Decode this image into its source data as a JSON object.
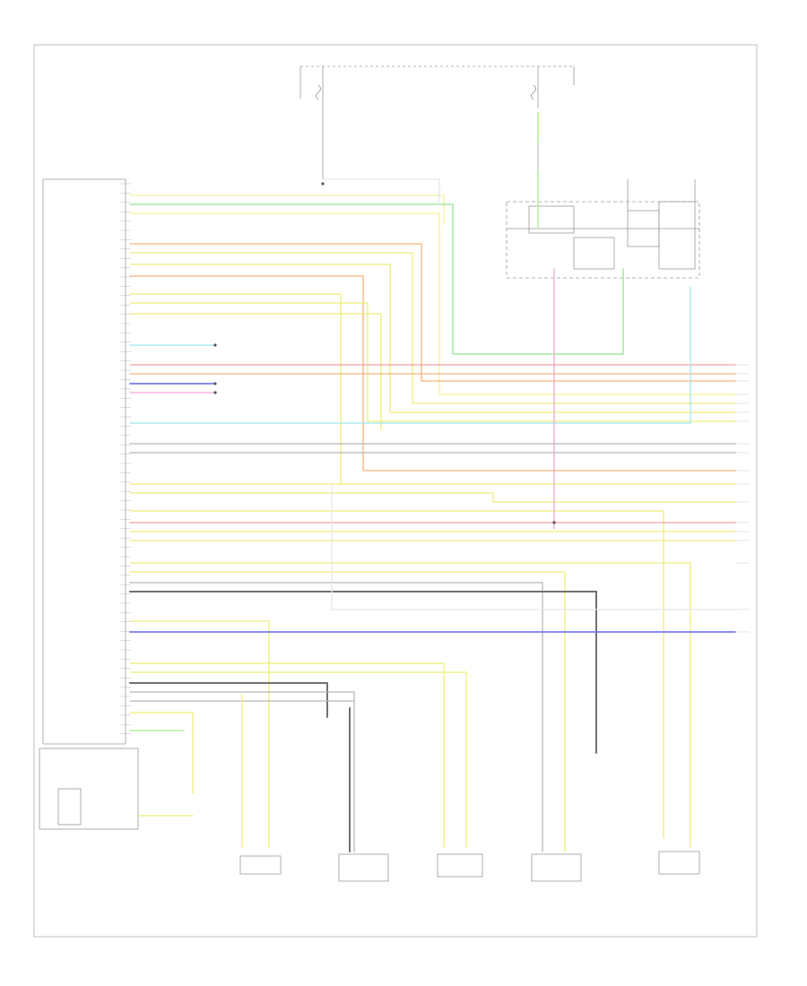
{
  "diagram": {
    "colors": {
      "frame": "#bdbdbd",
      "yel_red": "#f2f2a0",
      "yel_blu": "#f4f48c",
      "yel": "#eeee7a",
      "grn": "#a8ef8a",
      "lt_grn": "#8ee88e",
      "red": "#f3a0a0",
      "orn": "#f6b27a",
      "blu": "#7a7aef",
      "pnk": "#f2a8d8",
      "lt_blu": "#9ee8ee",
      "gry": "#b8b8b8",
      "blk": "#707070",
      "wht": "#e6e6e6"
    },
    "left_pins": [
      {
        "id": "p1"
      },
      {
        "id": "p2"
      },
      {
        "id": "p3"
      },
      {
        "id": "p4"
      },
      {
        "id": "p5"
      },
      {
        "id": "p6"
      },
      {
        "id": "p7"
      },
      {
        "id": "p8"
      },
      {
        "id": "p9"
      },
      {
        "id": "p10"
      },
      {
        "id": "p11"
      },
      {
        "id": "p12"
      },
      {
        "id": "p13"
      },
      {
        "id": "p14"
      },
      {
        "id": "p15"
      },
      {
        "id": "p16"
      },
      {
        "id": "p17"
      },
      {
        "id": "p18"
      },
      {
        "id": "p19"
      },
      {
        "id": "p20"
      },
      {
        "id": "p21"
      },
      {
        "id": "p22"
      },
      {
        "id": "p23"
      },
      {
        "id": "p24"
      },
      {
        "id": "p25"
      },
      {
        "id": "p26"
      },
      {
        "id": "p27"
      },
      {
        "id": "p28"
      },
      {
        "id": "p29"
      },
      {
        "id": "p30"
      },
      {
        "id": "p31"
      },
      {
        "id": "p32"
      },
      {
        "id": "p33"
      },
      {
        "id": "p34"
      },
      {
        "id": "p35"
      },
      {
        "id": "p36"
      },
      {
        "id": "p37"
      },
      {
        "id": "p38"
      },
      {
        "id": "p39"
      },
      {
        "id": "p40"
      },
      {
        "id": "p41"
      },
      {
        "id": "p42"
      },
      {
        "id": "p43"
      },
      {
        "id": "p44"
      },
      {
        "id": "p45"
      },
      {
        "id": "p46"
      },
      {
        "id": "p47"
      },
      {
        "id": "p48"
      },
      {
        "id": "p49"
      },
      {
        "id": "p50"
      },
      {
        "id": "p51"
      },
      {
        "id": "p52"
      },
      {
        "id": "p53"
      },
      {
        "id": "p54"
      },
      {
        "id": "p55"
      },
      {
        "id": "p56"
      },
      {
        "id": "p57"
      },
      {
        "id": "p58"
      },
      {
        "id": "p59"
      },
      {
        "id": "p60"
      }
    ],
    "bottom_components": [
      {
        "id": "front-passenger-seat-sensor"
      },
      {
        "id": "right-side-curtain-sensor"
      },
      {
        "id": "right-side-impact-sensor"
      },
      {
        "id": "left-side-curtain-sensor"
      },
      {
        "id": "left-side-impact-sensor"
      }
    ]
  }
}
